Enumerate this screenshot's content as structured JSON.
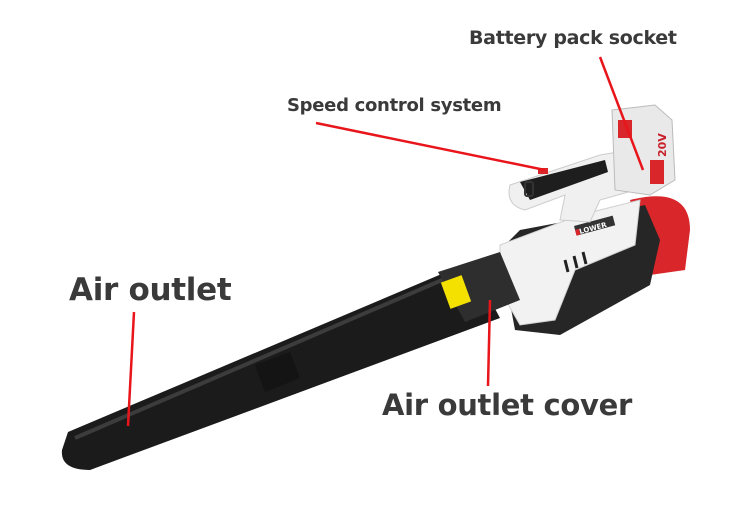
{
  "labels": {
    "battery_socket": "Battery pack socket",
    "speed_control": "Speed control system",
    "air_outlet": "Air outlet",
    "air_outlet_cover": "Air outlet cover"
  },
  "product_markings": {
    "brand": "LOWER",
    "voltage": "20V"
  },
  "colors": {
    "pointer": "#e8151b",
    "label": "#3a3a3a",
    "body": "#f2f2f2",
    "tube": "#1b1b1b",
    "accent": "#d8262b"
  }
}
